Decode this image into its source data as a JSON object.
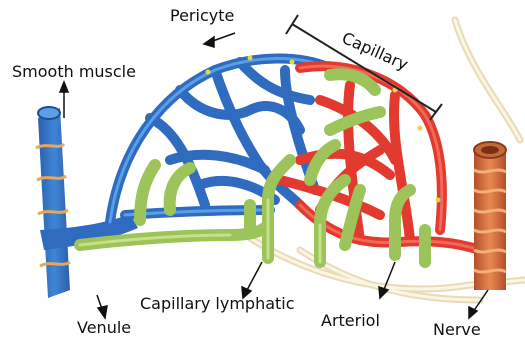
{
  "labels": {
    "pericyte": "Pericyte",
    "capillary": "Capillary",
    "smooth_muscle": "Smooth muscle",
    "venule": "Venule",
    "capillary_lymphatic": "Capillary lymphatic",
    "arteriol": "Arteriol",
    "nerve": "Nerve"
  },
  "colors": {
    "vein_blue": "#2f6bbf",
    "artery_red": "#e23a2e",
    "lymphatic_green": "#9cc45a",
    "smooth_muscle_orange": "#e9a55a",
    "nerve_cream": "#f6eccf"
  }
}
